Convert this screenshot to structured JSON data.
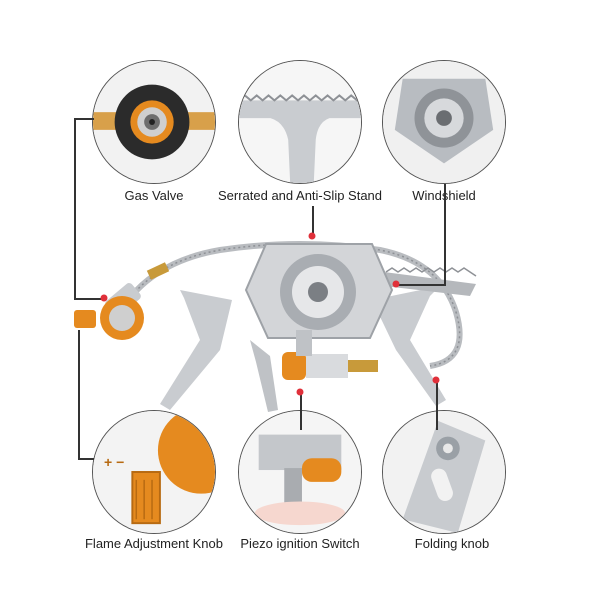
{
  "features": [
    {
      "id": "gas-valve",
      "label": "Gas Valve"
    },
    {
      "id": "serrated-stand",
      "label": "Serrated and Anti-Slip Stand"
    },
    {
      "id": "windshield",
      "label": "Windshield"
    },
    {
      "id": "flame-knob",
      "label": "Flame Adjustment Knob"
    },
    {
      "id": "piezo-switch",
      "label": "Piezo ignition Switch"
    },
    {
      "id": "folding-knob",
      "label": "Folding knob"
    }
  ],
  "knob_markings": "+ −",
  "colors": {
    "accent_orange": "#e58a1f",
    "brass": "#c89a3a",
    "steel": "#c9ccd0",
    "callout_dot": "#e0303a",
    "leader_line": "#333333"
  }
}
